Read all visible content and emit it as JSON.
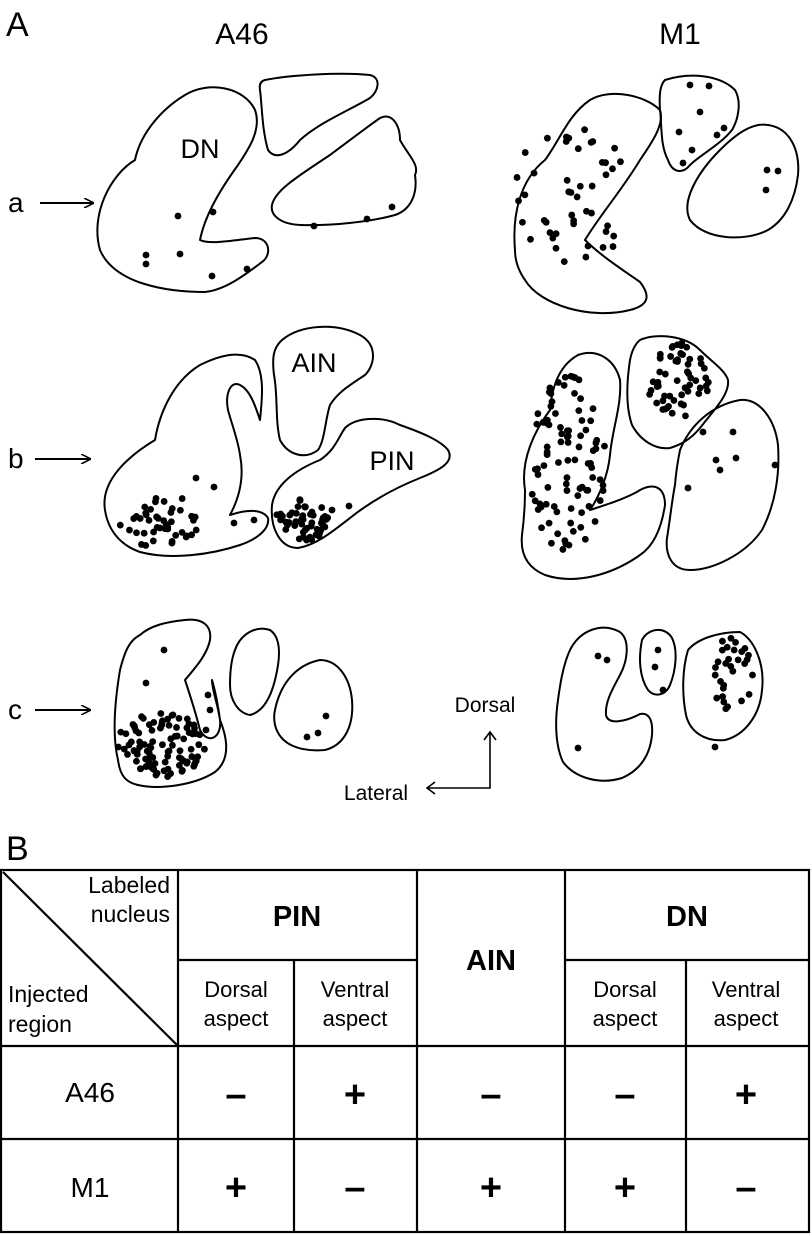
{
  "panel_a": {
    "letter": "A",
    "col_left": "A46",
    "col_right": "M1",
    "rows": [
      "a",
      "b",
      "c"
    ],
    "nucleus_labels": {
      "dn": "DN",
      "ain": "AIN",
      "pin": "PIN"
    },
    "axes": {
      "dorsal": "Dorsal",
      "lateral": "Lateral"
    }
  },
  "panel_b": {
    "letter": "B",
    "header": {
      "labeled": "Labeled",
      "nucleus": "nucleus",
      "injected": "Injected",
      "region": "region",
      "pin": "PIN",
      "ain": "AIN",
      "dn": "DN",
      "pin_dorsal": [
        "Dorsal",
        "aspect"
      ],
      "pin_ventral": [
        "Ventral",
        "aspect"
      ],
      "dn_dorsal": [
        "Dorsal",
        "aspect"
      ],
      "dn_ventral": [
        "Ventral",
        "aspect"
      ]
    },
    "rows": [
      {
        "region": "A46",
        "pin_dorsal": "–",
        "pin_ventral": "+",
        "ain": "–",
        "dn_dorsal": "–",
        "dn_ventral": "+"
      },
      {
        "region": "M1",
        "pin_dorsal": "+",
        "pin_ventral": "–",
        "ain": "+",
        "dn_dorsal": "+",
        "dn_ventral": "–"
      }
    ]
  }
}
